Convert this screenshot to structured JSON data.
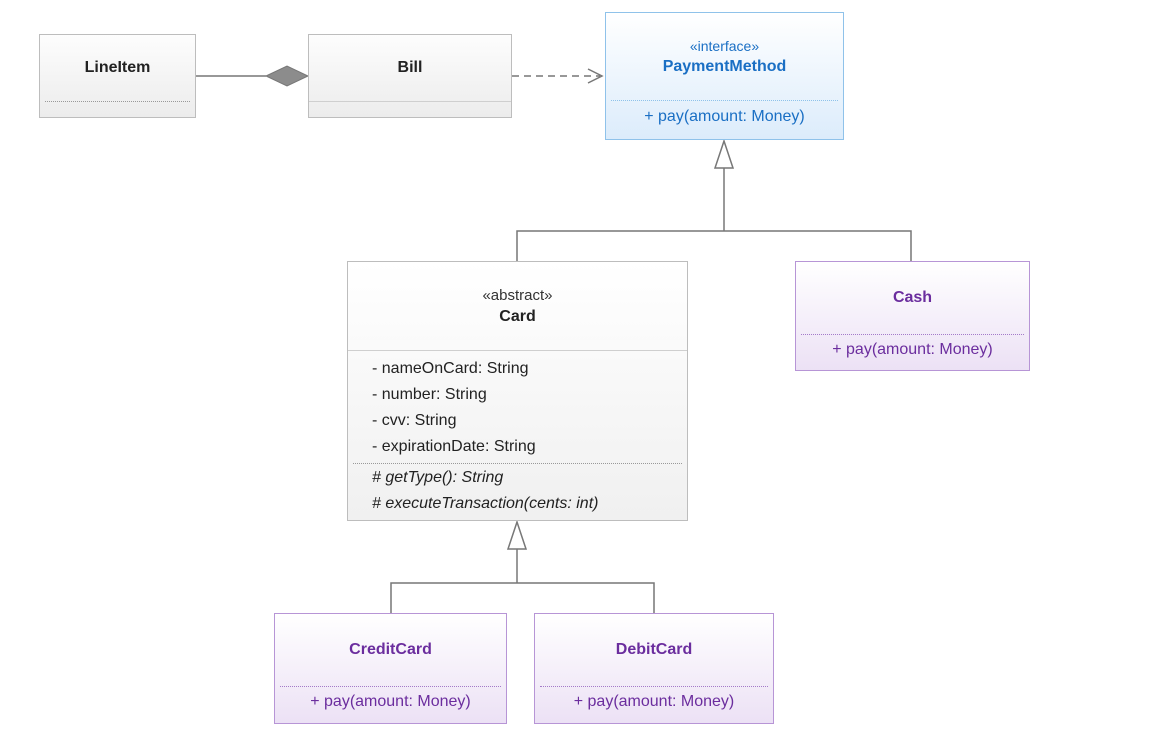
{
  "classes": {
    "lineitem": {
      "name": "LineItem"
    },
    "bill": {
      "name": "Bill"
    },
    "paymentmethod": {
      "stereotype": "«interface»",
      "name": "PaymentMethod",
      "operations": [
        "+ pay(amount: Money)"
      ]
    },
    "card": {
      "stereotype": "«abstract»",
      "name": "Card",
      "attributes": [
        "- nameOnCard: String",
        "- number: String",
        "- cvv: String",
        "- expirationDate: String"
      ],
      "operations": [
        "# getType(): String",
        "# executeTransaction(cents: int)"
      ]
    },
    "cash": {
      "name": "Cash",
      "operations": [
        "+ pay(amount: Money)"
      ]
    },
    "creditcard": {
      "name": "CreditCard",
      "operations": [
        "+ pay(amount: Money)"
      ]
    },
    "debitcard": {
      "name": "DebitCard",
      "operations": [
        "+ pay(amount: Money)"
      ]
    }
  },
  "relationships": [
    {
      "type": "composition",
      "whole": "Bill",
      "part": "LineItem"
    },
    {
      "type": "dependency",
      "from": "Bill",
      "to": "PaymentMethod"
    },
    {
      "type": "realization",
      "from": "Card",
      "to": "PaymentMethod"
    },
    {
      "type": "realization",
      "from": "Cash",
      "to": "PaymentMethod"
    },
    {
      "type": "generalization",
      "from": "CreditCard",
      "to": "Card"
    },
    {
      "type": "generalization",
      "from": "DebitCard",
      "to": "Card"
    }
  ],
  "colors": {
    "interface": "#1a6fc4",
    "concrete": "#6b2d9e",
    "connector": "#777777"
  }
}
